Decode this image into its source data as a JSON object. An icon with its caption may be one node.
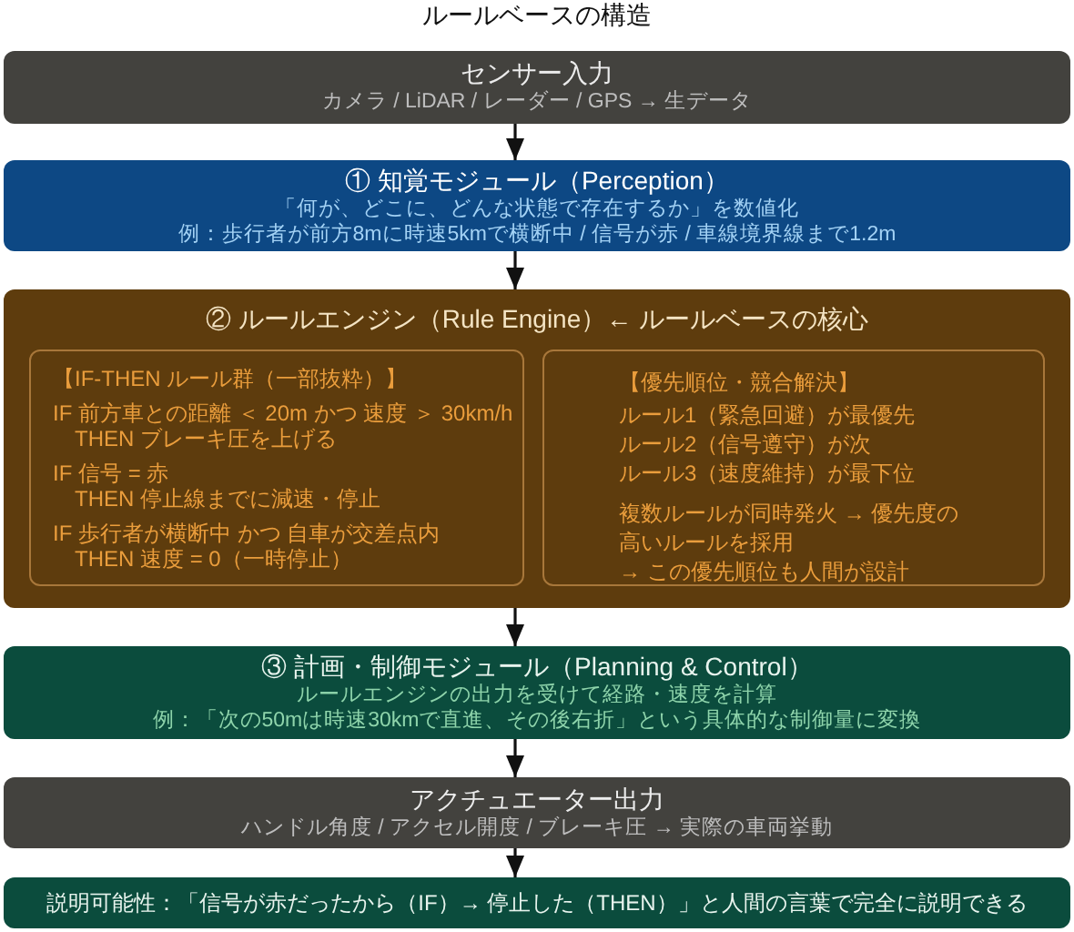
{
  "diagram": {
    "title": "ルールベースの構造",
    "nodes": [
      {
        "text": [
          "センサー入力",
          "カメラ / LiDAR / レーダー / GPS → 生データ"
        ]
      },
      {
        "text": [
          "① 知覚モジュール（Perception）",
          "「何が、どこに、どんな状態で存在するか」を数値化",
          "例：歩行者が前方8mに時速5kmで横断中 / 信号が赤 / 車線境界線まで1.2m"
        ]
      },
      {
        "text": [
          "② ルールエンジン（Rule Engine）← ルールベースの核心"
        ]
      },
      {
        "text": [
          "【IF-THEN ルール群（一部抜粋）】",
          "IF 前方車との距離 ＜ 20m かつ 速度 ＞ 30km/h",
          "THEN ブレーキ圧を上げる",
          "IF 信号 = 赤",
          "THEN 停止線までに減速・停止",
          "IF 歩行者が横断中 かつ 自車が交差点内",
          "THEN 速度 = 0（一時停止）"
        ],
        "in": 2
      },
      {
        "text": [
          "【優先順位・競合解決】",
          "ルール1（緊急回避）が最優先",
          "ルール2（信号遵守）が次",
          "ルール3（速度維持）が最下位",
          "複数ルールが同時発火 → 優先度の高いルールを採用",
          "→ この優先順位も人間が設計"
        ],
        "in": 2
      },
      {
        "text": [
          "③ 計画・制御モジュール（Planning & Control）",
          "ルールエンジンの出力を受けて経路・速度を計算",
          "例：「次の50mは時速30kmで直進、その後右折」という具体的な制御量に変換"
        ]
      },
      {
        "text": [
          "アクチュエーター出力",
          "ハンドル角度 / アクセル開度 / ブレーキ圧 → 実際の車両挙動"
        ]
      },
      {
        "text": [
          "説明可能性：「信号が赤だったから（IF）→ 停止した（THEN）」と人間の言葉で完全に説明できる"
        ]
      }
    ],
    "edges": [
      {
        "from": 0,
        "to": 1,
        "arrow": "to"
      },
      {
        "from": 1,
        "to": 2,
        "arrow": "to"
      },
      {
        "from": 2,
        "to": 5,
        "arrow": "to"
      },
      {
        "from": 5,
        "to": 6,
        "arrow": "to"
      },
      {
        "from": 6,
        "to": 7,
        "arrow": "to"
      }
    ]
  }
}
